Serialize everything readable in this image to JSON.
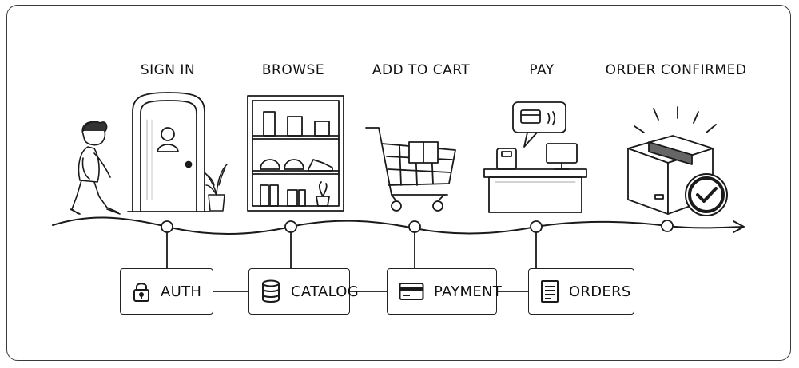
{
  "stages": [
    {
      "label": "SIGN IN"
    },
    {
      "label": "BROWSE"
    },
    {
      "label": "ADD TO CART"
    },
    {
      "label": "PAY"
    },
    {
      "label": "ORDER CONFIRMED"
    }
  ],
  "services": [
    {
      "label": "AUTH",
      "icon": "lock-icon"
    },
    {
      "label": "CATALOG",
      "icon": "database-icon"
    },
    {
      "label": "PAYMENT",
      "icon": "credit-card-icon"
    },
    {
      "label": "ORDERS",
      "icon": "document-icon"
    }
  ]
}
